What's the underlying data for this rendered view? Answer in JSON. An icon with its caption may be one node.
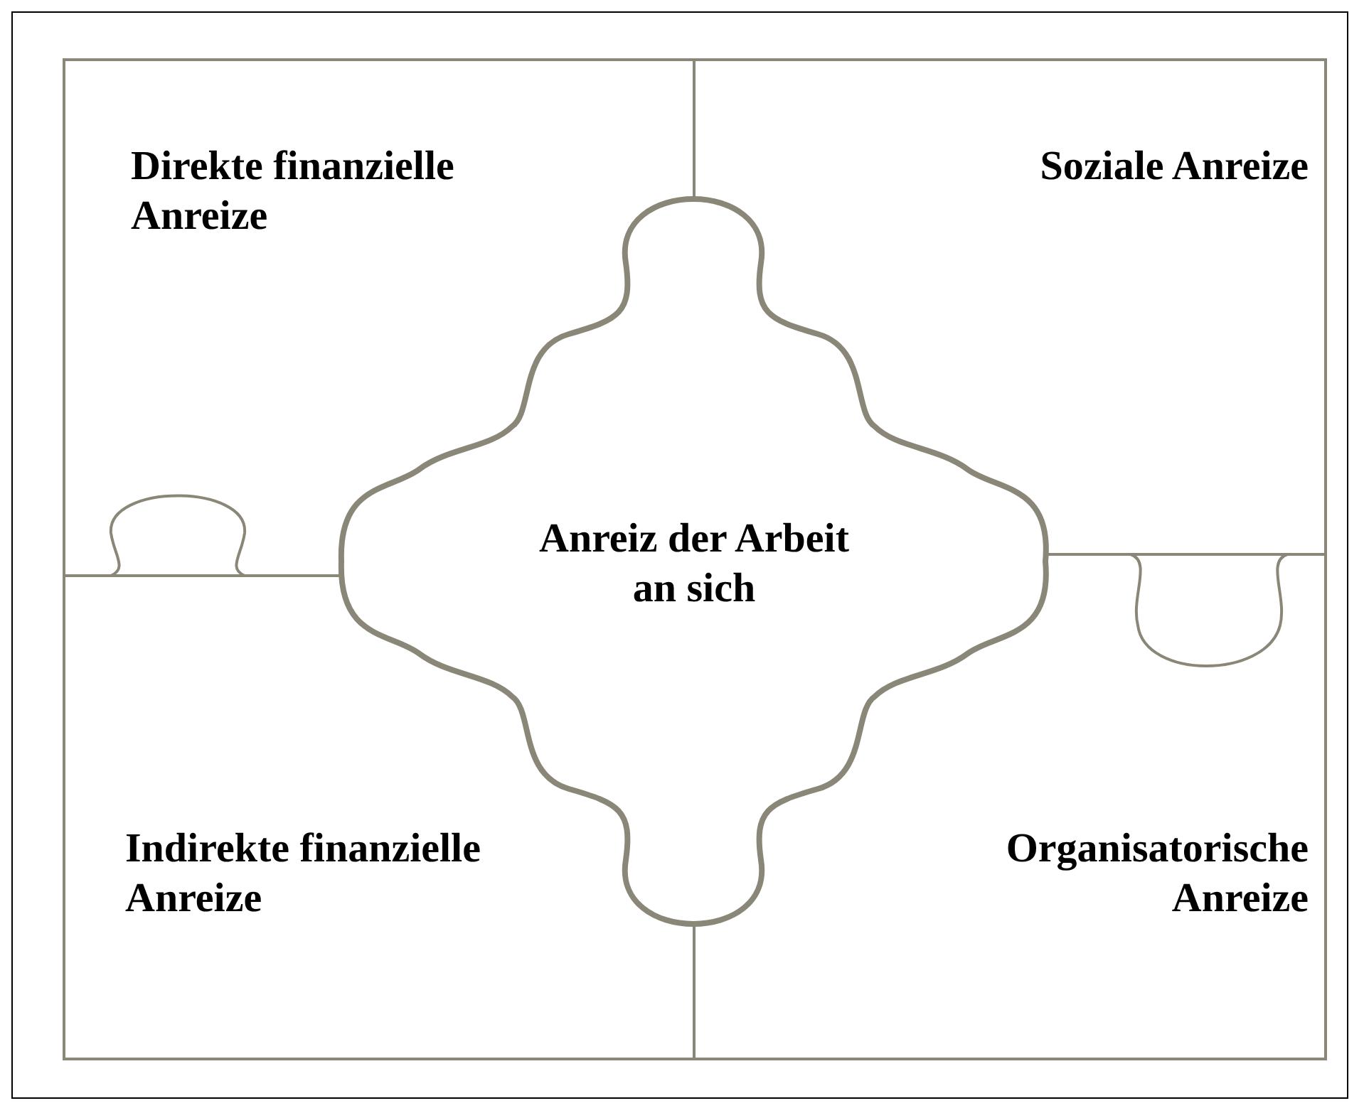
{
  "diagram": {
    "nodes": [
      {
        "text": [
          "Direkte finanzielle Anreize"
        ]
      },
      {
        "text": [
          "Soziale Anreize"
        ]
      },
      {
        "text": [
          "Anreiz der Arbeit an sich"
        ]
      },
      {
        "text": [
          "Indirekte finanzielle Anreize"
        ]
      },
      {
        "text": [
          "Organisatorische Anreize"
        ]
      }
    ]
  }
}
